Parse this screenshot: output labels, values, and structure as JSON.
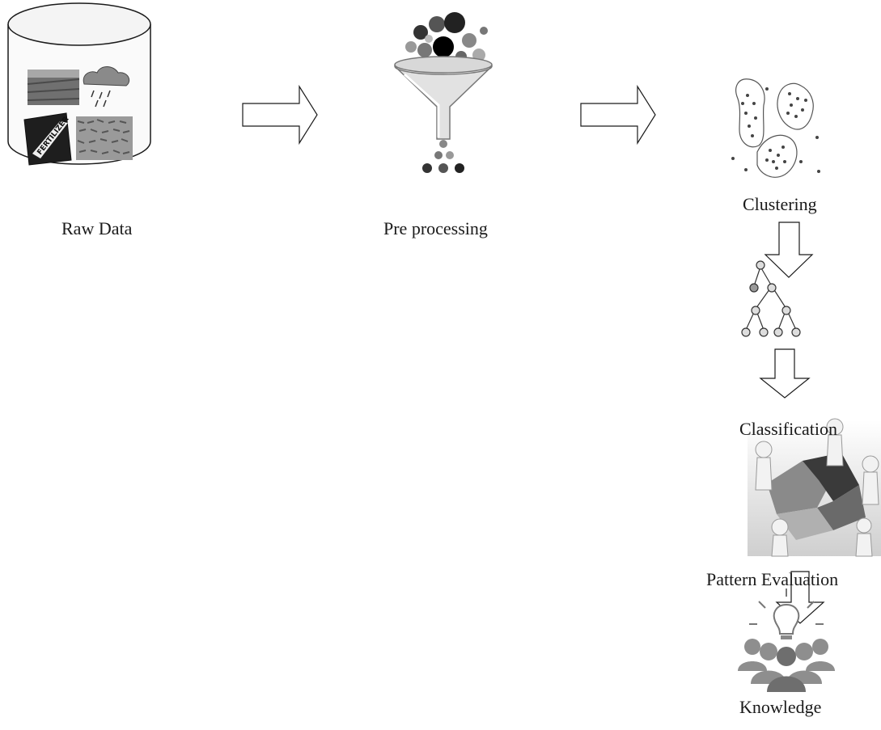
{
  "diagram": {
    "stages": {
      "raw_data": "Raw Data",
      "pre_processing": "Pre processing",
      "clustering": "Clustering",
      "classification": "Classification",
      "pattern_evaluation": "Pattern Evaluation",
      "knowledge": "Knowledge"
    },
    "raw_data_bag_text": "FERTILIZER",
    "icons": {
      "raw_data": "database-cylinder-icon",
      "pre_processing": "funnel-icon",
      "clustering": "scatter-clusters-icon",
      "classification": "decision-tree-icon",
      "pattern_evaluation": "puzzle-people-icon",
      "knowledge": "people-lightbulb-icon"
    },
    "colors": {
      "line": "#1a1a1a",
      "gray_dark": "#555555",
      "gray_mid": "#888888",
      "gray_light": "#c8c8c8"
    }
  }
}
